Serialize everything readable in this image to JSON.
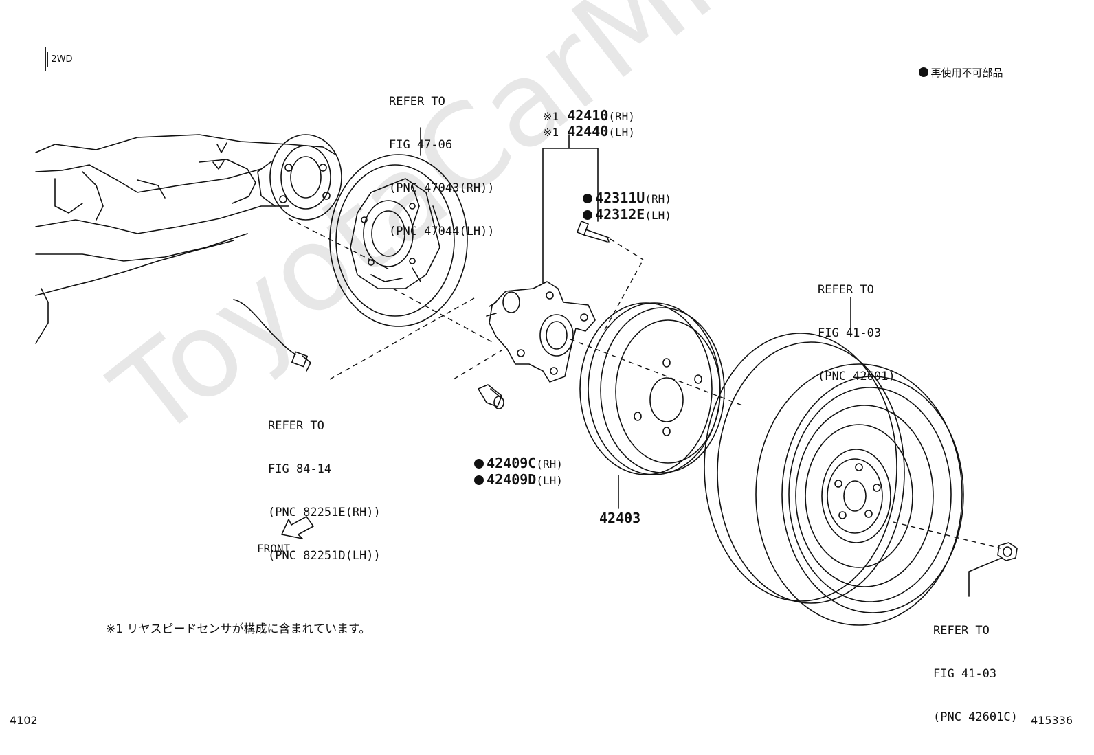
{
  "badge_2wd": "2WD",
  "legend_non_reusable": "再使用不可部品",
  "watermark": "ToyotaCarMine.ru",
  "refer_backing_plate": [
    "REFER TO",
    "FIG 47-06",
    "(PNC 47043(RH))",
    "(PNC 47044(LH))"
  ],
  "refer_wheel": [
    "REFER TO",
    "FIG 41-03",
    "(PNC 42601)"
  ],
  "refer_sensor": [
    "REFER TO",
    "FIG 84-14",
    "(PNC 82251E(RH))",
    "(PNC 82251D(LH))"
  ],
  "refer_nut": [
    "REFER TO",
    "FIG 41-03",
    "(PNC 42601C)"
  ],
  "hub_parts": [
    {
      "mark": "※1",
      "number": "42410",
      "side": "(RH)"
    },
    {
      "mark": "※1",
      "number": "42440",
      "side": "(LH)"
    }
  ],
  "hub_bolt_parts": [
    {
      "number": "42311U",
      "side": "(RH)"
    },
    {
      "number": "42312E",
      "side": "(LH)"
    }
  ],
  "mount_bolt_parts": [
    {
      "number": "42409C",
      "side": "(RH)"
    },
    {
      "number": "42409D",
      "side": "(LH)"
    }
  ],
  "drum_part": "42403",
  "front_label": "FRONT",
  "footnote": "※1 リヤスピードセンサが構成に含まれています。",
  "page_code_left": "4102",
  "page_code_right": "415336"
}
